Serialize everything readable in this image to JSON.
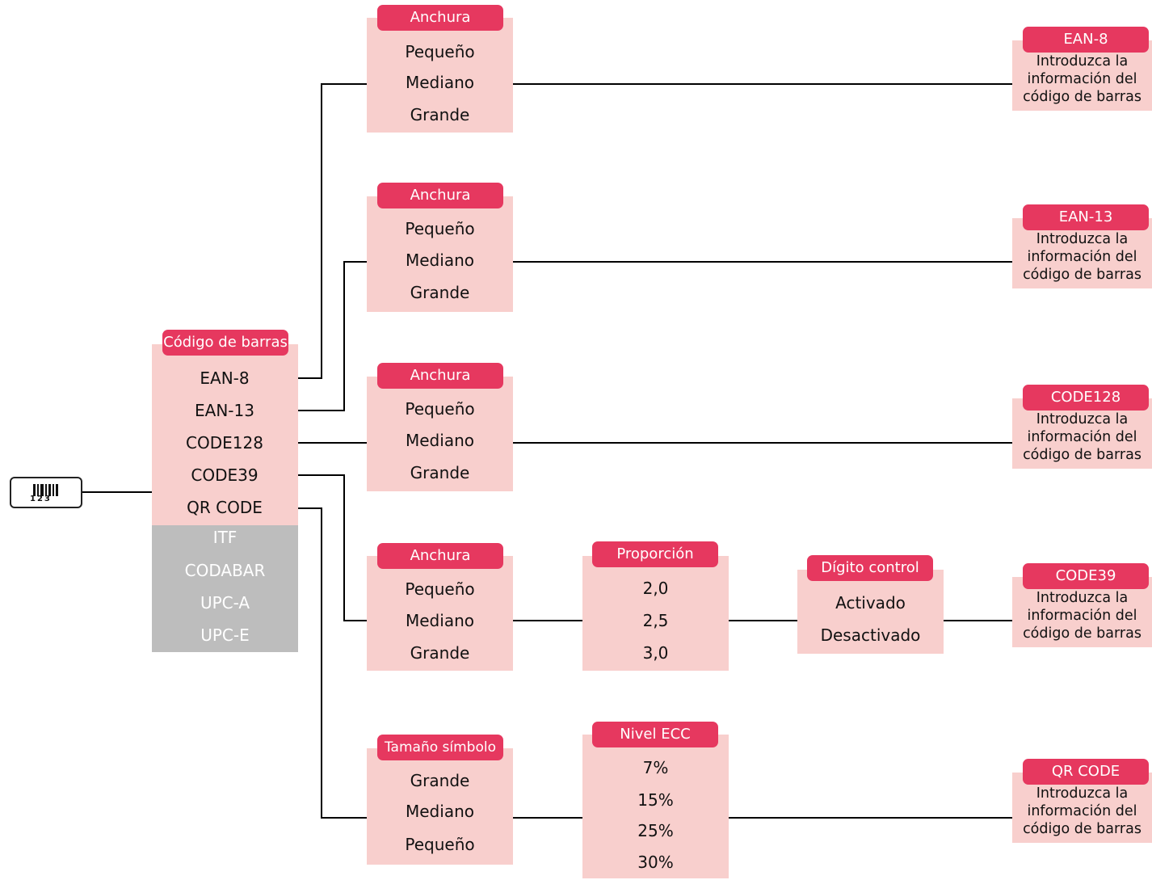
{
  "barcode_menu": {
    "header": "Código de barras",
    "active_items": [
      "EAN-8",
      "EAN-13",
      "CODE128",
      "CODE39",
      "QR CODE"
    ],
    "disabled_items": [
      "ITF",
      "CODABAR",
      "UPC-A",
      "UPC-E"
    ]
  },
  "barcode_icon": {
    "icon": "barcode-icon",
    "digits": "123"
  },
  "width_boxes": [
    {
      "header": "Anchura",
      "items": [
        "Pequeño",
        "Mediano",
        "Grande"
      ]
    },
    {
      "header": "Anchura",
      "items": [
        "Pequeño",
        "Mediano",
        "Grande"
      ]
    },
    {
      "header": "Anchura",
      "items": [
        "Pequeño",
        "Mediano",
        "Grande"
      ]
    },
    {
      "header": "Anchura",
      "items": [
        "Pequeño",
        "Mediano",
        "Grande"
      ]
    }
  ],
  "symbol_size_box": {
    "header": "Tamaño símbolo",
    "items": [
      "Grande",
      "Mediano",
      "Pequeño"
    ]
  },
  "ratio_box": {
    "header": "Proporción",
    "items": [
      "2,0",
      "2,5",
      "3,0"
    ]
  },
  "check_digit_box": {
    "header": "Dígito control",
    "items": [
      "Activado",
      "Desactivado"
    ]
  },
  "ecc_box": {
    "header": "Nivel ECC",
    "items": [
      "7%",
      "15%",
      "25%",
      "30%"
    ]
  },
  "destinations": [
    {
      "header": "EAN-8",
      "lines": [
        "Introduzca la",
        "información del",
        "código de barras"
      ]
    },
    {
      "header": "EAN-13",
      "lines": [
        "Introduzca la",
        "información del",
        "código de barras"
      ]
    },
    {
      "header": "CODE128",
      "lines": [
        "Introduzca la",
        "información del",
        "código de barras"
      ]
    },
    {
      "header": "CODE39",
      "lines": [
        "Introduzca la",
        "información del",
        "código de barras"
      ]
    },
    {
      "header": "QR CODE",
      "lines": [
        "Introduzca la",
        "información del",
        "código de barras"
      ]
    }
  ],
  "colors": {
    "header_bg": "#e6385f",
    "box_bg": "#f8cfcd",
    "disabled_bg": "#bdbdbd",
    "line": "#000000"
  }
}
